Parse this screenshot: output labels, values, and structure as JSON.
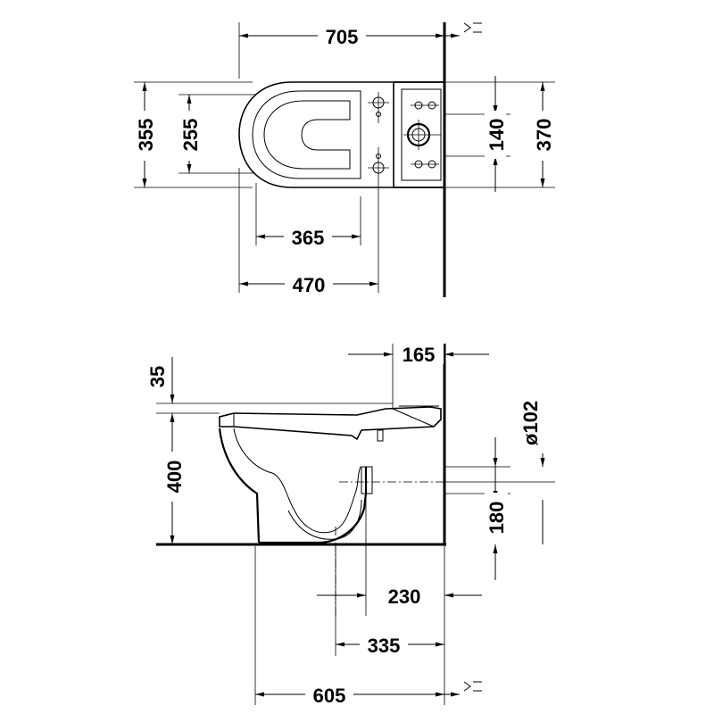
{
  "plan_view": {
    "dims": {
      "overall_length": "705",
      "overall_width": "355",
      "bowl_width": "255",
      "seat_depth": "365",
      "bowl_length": "470",
      "bracket_spacing": "140",
      "tank_width": "370"
    }
  },
  "side_view": {
    "dims": {
      "rim_offset": "35",
      "height": "400",
      "back_offset": "165",
      "outlet_diameter": "ø102",
      "outlet_height": "180",
      "outlet_from_wall": "230",
      "trap_from_wall": "335",
      "base_length": "605"
    }
  }
}
